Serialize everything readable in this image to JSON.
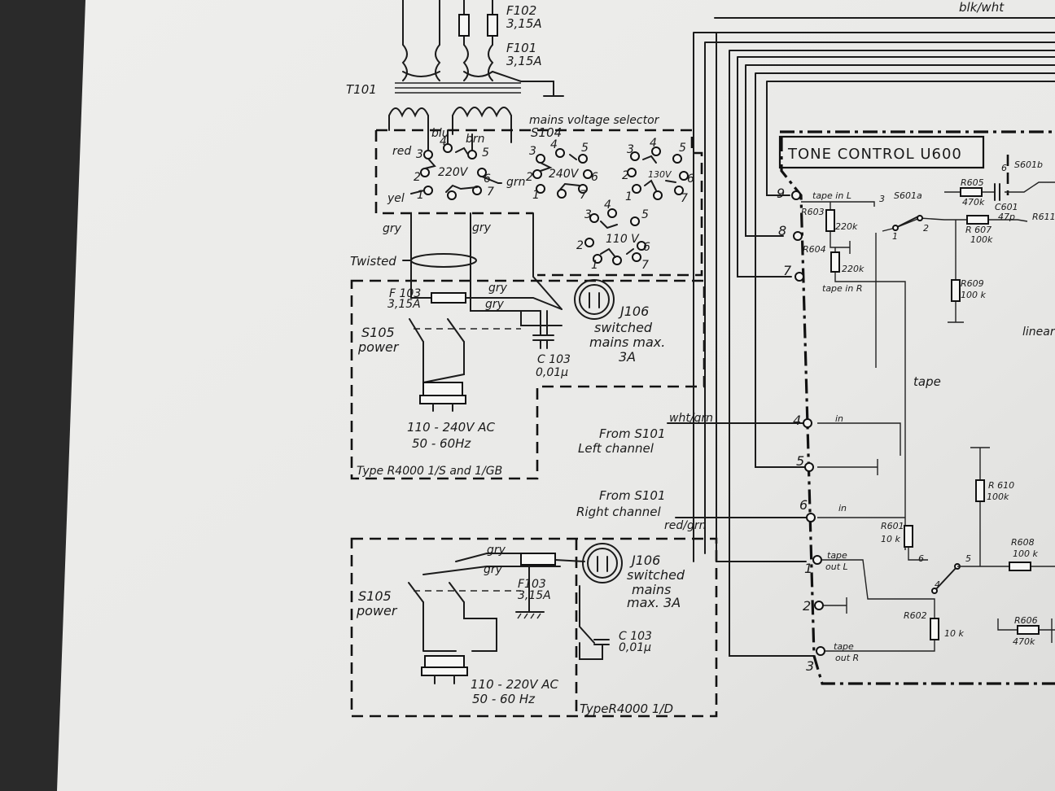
{
  "header": {
    "top_right_wire": "blk/wht"
  },
  "fuses": {
    "f102_ref": "F102",
    "f102_val": "3,15A",
    "f101_ref": "F101",
    "f101_val": "3,15A",
    "f103_top_ref": "F 103",
    "f103_top_val": "3,15A",
    "f103_bot_ref": "F103",
    "f103_bot_val": "3,15A"
  },
  "transformer": {
    "ref": "T101"
  },
  "voltage_selector": {
    "title": "mains voltage selector",
    "ref": "S104",
    "v220": "220V",
    "v240": "240V",
    "v130": "130V",
    "v110": "110 V",
    "pins": [
      "3",
      "4",
      "5",
      "2",
      "6",
      "1",
      "7",
      "4"
    ]
  },
  "wires": {
    "red": "red",
    "blu": "blu",
    "brn": "brn",
    "yel": "yel",
    "grn": "grn",
    "gry": "gry",
    "twisted": "Twisted",
    "wht_grn": "wht/grn",
    "red_grn": "red/grn"
  },
  "power_top": {
    "switch_ref": "S105",
    "switch_label": "power",
    "jack_ref": "J106",
    "jack_line1": "switched",
    "jack_line2": "mains max.",
    "jack_line3": "3A",
    "cap_ref": "C 103",
    "cap_val": "0,01μ",
    "supply_line1": "110 - 240V AC",
    "supply_line2": "50 - 60Hz",
    "type": "Type R4000 1/S and 1/GB"
  },
  "power_bottom": {
    "switch_ref": "S105",
    "switch_label": "power",
    "jack_ref": "J106",
    "jack_line1": "switched",
    "jack_line2": "mains",
    "jack_line3": "max. 3A",
    "cap_ref": "C 103",
    "cap_val": "0,01μ",
    "supply_line1": "110 - 220V AC",
    "supply_line2": "50 - 60 Hz",
    "type": "TypeR4000 1/D"
  },
  "inputs": {
    "left_line1": "From S101",
    "left_line2": "Left channel",
    "right_line1": "From S101",
    "right_line2": "Right channel"
  },
  "tone_control": {
    "title": "TONE CONTROL U600",
    "pins": [
      "9",
      "8",
      "7",
      "4",
      "5",
      "6",
      "1",
      "2",
      "3"
    ],
    "tape_in_l": "tape in L",
    "tape_in_r": "tape in R",
    "in": "in",
    "tape_out_l_1": "tape",
    "tape_out_l_2": "out L",
    "tape_out_r_1": "tape",
    "tape_out_r_2": "out R",
    "tape": "tape",
    "linear": "linear",
    "s601a": "S601a",
    "s601b": "S601b",
    "r603": "R603",
    "r603_val": "220k",
    "r604": "R604",
    "r604_val": "220k",
    "r605": "R605",
    "r605_val": "470k",
    "c601": "C601",
    "c601_val": "47p",
    "r607": "R 607",
    "r607_val": "100k",
    "r611": "R611",
    "r609": "R609",
    "r609_val": "100 k",
    "r610": "R 610",
    "r610_val": "100k",
    "r601": "R601",
    "r601_val": "10 k",
    "r602": "R602",
    "r602_val": "10 k",
    "r608": "R608",
    "r608_val": "100 k",
    "r606": "R606",
    "r606_val": "470k",
    "sw_pins": [
      "3",
      "1",
      "2",
      "6",
      "4",
      "5",
      "6"
    ]
  },
  "colors": {
    "paper": "#ececea",
    "ink": "#1b1b1b",
    "background": "#2a2a2a"
  }
}
